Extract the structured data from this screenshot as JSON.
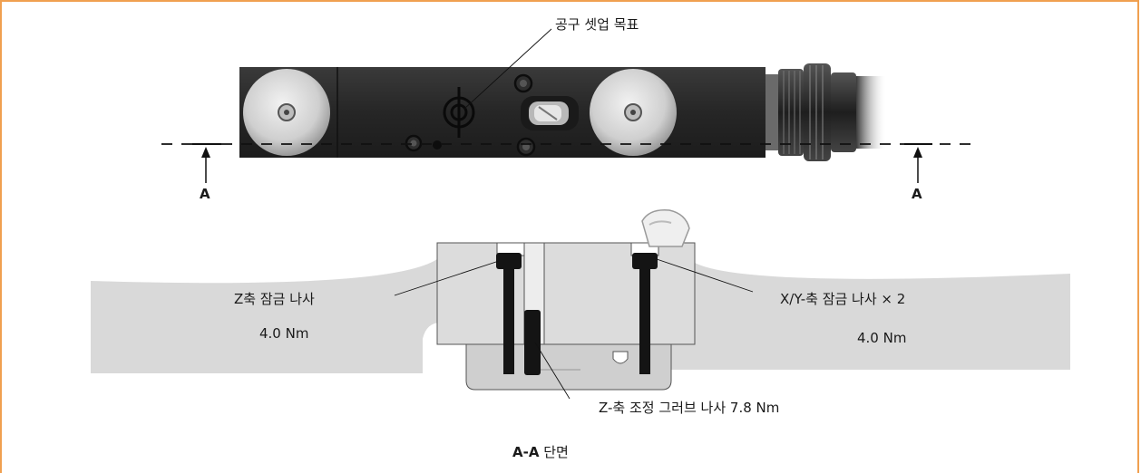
{
  "labels": {
    "tool_setup_target": "공구 셋업 목표",
    "section_marker_left": "A",
    "section_marker_right": "A",
    "z_lock_screw": "Z축 잠금 나사",
    "z_lock_torque": "4.0 Nm",
    "xy_lock_screw": "X/Y-축 잠금 나사 × 2",
    "xy_lock_torque": "4.0 Nm",
    "z_adjust_grub": "Z-축 조정 그러브 나사 7.8   Nm",
    "section_caption_prefix": "A-A",
    "section_caption_suffix": " 단면"
  },
  "colors": {
    "frame": "#f0a050",
    "body_dark": "#2b2b2b",
    "section_fill": "#d9d9d9",
    "screw": "#1a1a1a"
  }
}
